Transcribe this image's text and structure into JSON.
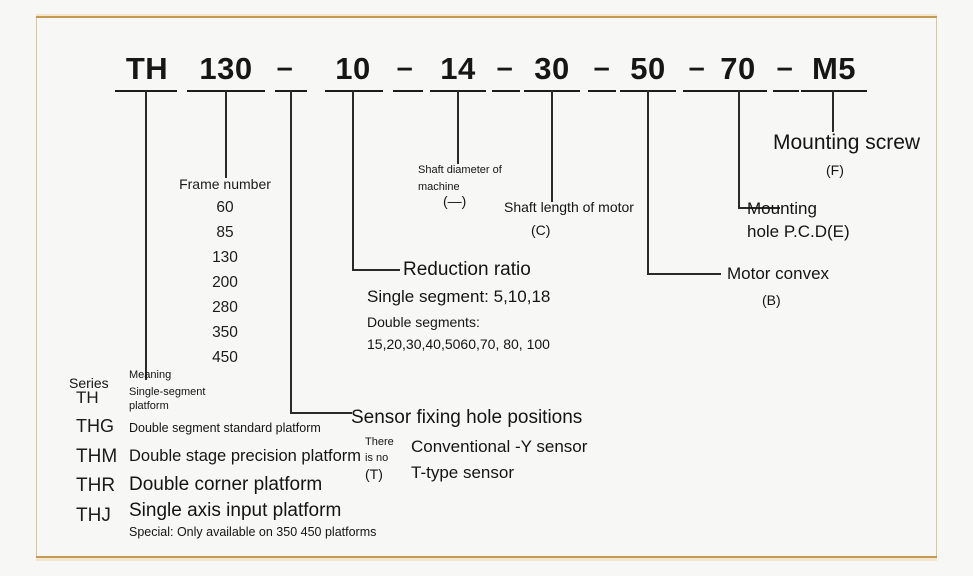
{
  "diagram": {
    "title": "TH series platform model designation",
    "border_color": "#c79a54",
    "background": "#f7f7f5",
    "line_color": "#2a2a2a"
  },
  "code": {
    "tokens": [
      {
        "text": "TH",
        "kind": "code"
      },
      {
        "text": "130",
        "kind": "code"
      },
      {
        "text": "–",
        "kind": "dash"
      },
      {
        "text": "10",
        "kind": "code"
      },
      {
        "text": "–",
        "kind": "dash"
      },
      {
        "text": "14",
        "kind": "code"
      },
      {
        "text": "–",
        "kind": "dash"
      },
      {
        "text": "30",
        "kind": "code"
      },
      {
        "text": "–",
        "kind": "dash"
      },
      {
        "text": "50",
        "kind": "code"
      },
      {
        "text": "–",
        "kind": "dash"
      },
      {
        "text": "70",
        "kind": "code"
      },
      {
        "text": "–",
        "kind": "dash"
      },
      {
        "text": "M5",
        "kind": "code"
      }
    ]
  },
  "frame_number": {
    "heading": "Frame number",
    "values": [
      "60",
      "85",
      "130",
      "200",
      "280",
      "350",
      "450"
    ]
  },
  "series": {
    "heading": "Series",
    "meaning_heading": "Meaning",
    "rows": [
      {
        "code": "TH",
        "meaning": "Single-segment\nplatform"
      },
      {
        "code": "THG",
        "meaning": "Double segment standard platform"
      },
      {
        "code": "THM",
        "meaning": "Double stage precision platform"
      },
      {
        "code": "THR",
        "meaning": "Double corner platform"
      },
      {
        "code": "THJ",
        "meaning": "Single axis input platform"
      }
    ],
    "footnote": "Special: Only available on 350 450 platforms"
  },
  "reduction_ratio": {
    "heading": "Reduction ratio",
    "single_segment": "Single segment: 5,10,18",
    "double_heading": "Double segments:",
    "double_values": "15,20,30,40,5060,70, 80, 100"
  },
  "sensor": {
    "heading": "Sensor fixing hole positions",
    "note_line1": "There",
    "note_line2": "is no",
    "note_line3": "(T)",
    "option1": "Conventional -Y sensor",
    "option2": "T-type sensor"
  },
  "shaft_diameter": {
    "line1": "Shaft diameter of",
    "line2": "machine",
    "code": "(—)"
  },
  "shaft_length": {
    "line1": "Shaft length of motor",
    "code": "(C)"
  },
  "motor_convex": {
    "label": "Motor convex",
    "code": "(B)"
  },
  "mounting_hole": {
    "line1": "Mounting",
    "line2": "hole P.C.D(E)"
  },
  "mounting_screw": {
    "label": "Mounting screw",
    "code": "(F)"
  }
}
